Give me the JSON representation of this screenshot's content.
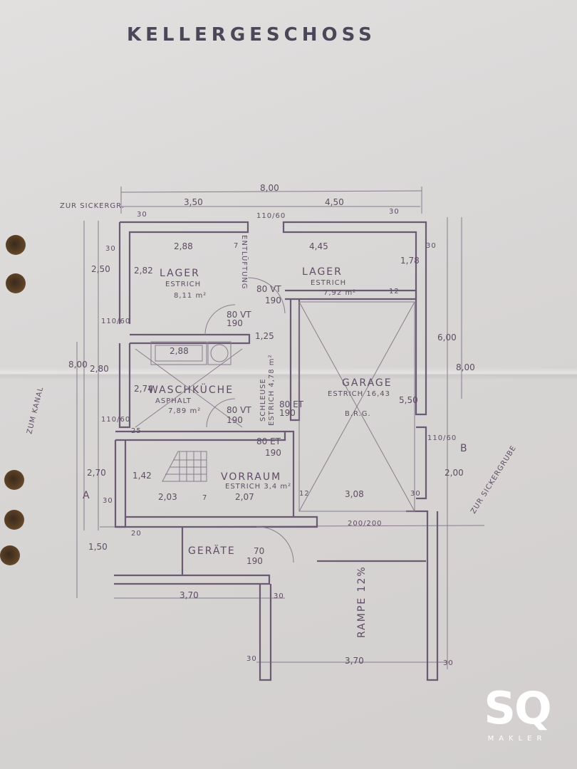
{
  "title": "KELLERGESCHOSS",
  "rooms": {
    "lager1": {
      "name": "LAGER",
      "floor": "ESTRICH",
      "area": "8,11 m²"
    },
    "lager2": {
      "name": "LAGER",
      "floor": "ESTRICH",
      "area": "7,92 m²"
    },
    "waschkueche": {
      "name": "WASCHKÜCHE",
      "floor": "ASPHALT",
      "area": "7,89 m²"
    },
    "schleuse": {
      "name": "SCHLEUSE",
      "floor": "ESTRICH 4,78 m²"
    },
    "garage": {
      "name": "GARAGE",
      "floor": "ESTRICH 16,43",
      "extra": "B.R.G."
    },
    "vorraum": {
      "name": "VORRAUM",
      "floor": "ESTRICH 3,4 m²"
    },
    "geraete": {
      "name": "GERÄTE"
    },
    "rampe": {
      "name": "RAMPE 12%"
    }
  },
  "labels": {
    "zur_sickergr": "ZUR SICKERGR.",
    "zur_sickergrube": "ZUR SICKERGRUBE",
    "zum_kanal": "ZUM KANAL",
    "entlueftung": "ENTLÜFTUNG",
    "section_a": "A",
    "section_b": "B"
  },
  "dimensions": {
    "total_width": "8,00",
    "w_left": "3,50",
    "w_right": "4,50",
    "d_288": "2,88",
    "d_445": "4,45",
    "d_250": "2,50",
    "d_282": "2,82",
    "d_178": "1,78",
    "d_800_left": "8,00",
    "d_280": "2,80",
    "d_274": "2,74",
    "d_288b": "2,88",
    "d_125": "1,25",
    "d_600": "6,00",
    "d_800_right": "8,00",
    "d_550": "5,50",
    "d_270": "2,70",
    "d_142": "1,42",
    "d_203": "2,03",
    "d_207": "2,07",
    "d_308": "3,08",
    "d_200": "2,00",
    "d_150": "1,50",
    "d_370a": "3,70",
    "d_370b": "3,70",
    "door_80vt_a": "80 VT",
    "door_190_a": "190",
    "door_80vt_b": "80 VT",
    "door_190_b": "190",
    "door_80vt_c": "80 VT",
    "door_190_c": "190",
    "door_80et": "80 ET",
    "door_190_d": "190",
    "door_80et_b": "80 ET",
    "door_190_e": "190",
    "door_70": "70",
    "door_190_f": "190",
    "win_110_60_a": "110/60",
    "win_110_60_b": "110/60",
    "win_110_60_c": "110/60",
    "win_110_60_d": "110/60",
    "ramp_200_200": "200/200",
    "t30_a": "30",
    "t30_b": "30",
    "t30_c": "30",
    "t30_d": "30",
    "t30_e": "30",
    "t30_f": "30",
    "t30_g": "30",
    "t30_h": "30",
    "t30_i": "30",
    "t12": "12",
    "t12b": "12",
    "t7a": "7",
    "t7b": "7",
    "t25": "25",
    "t20": "20"
  },
  "logo": {
    "mark": "SQ",
    "sub": "MAKLER"
  },
  "colors": {
    "paper": "#dcdad9",
    "ink": "#5f4c64",
    "logo": "#ffffff"
  }
}
